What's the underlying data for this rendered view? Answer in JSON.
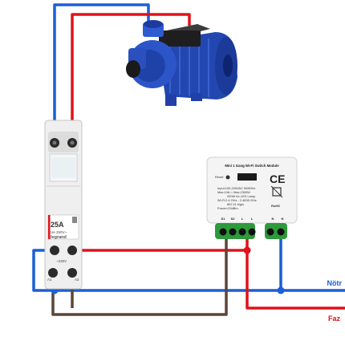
{
  "contactor": {
    "rating": "25A",
    "voltage": "Ue 250V~",
    "brand": "legrand",
    "coil_voltage": "~230V",
    "terminal_a1": "A1",
    "terminal_a2": "A2"
  },
  "module": {
    "title": "Mini 1 Gang Wi-Fi Switch Module",
    "reset_label": "Reset",
    "spec_lines": [
      "Input:100-240VAC 50/60Hz",
      "Max:10A  ∩ Max:2300W",
      "200W for LED Lamp",
      "Wi-Fi:2.4 GHz - 2.4835 GHz",
      "802.11 b/g/n",
      "Power<20dBm"
    ],
    "ce_mark": "CE",
    "rohs_label": "RoHS",
    "terminals": [
      "S1",
      "S2",
      "L",
      "L",
      "N",
      "N"
    ]
  },
  "wires": {
    "neutral_label": "Nötr",
    "phase_label": "Faz",
    "neutral_color": "#1a5fd6",
    "phase_color": "#e0121a",
    "control_color": "#5a4636"
  }
}
